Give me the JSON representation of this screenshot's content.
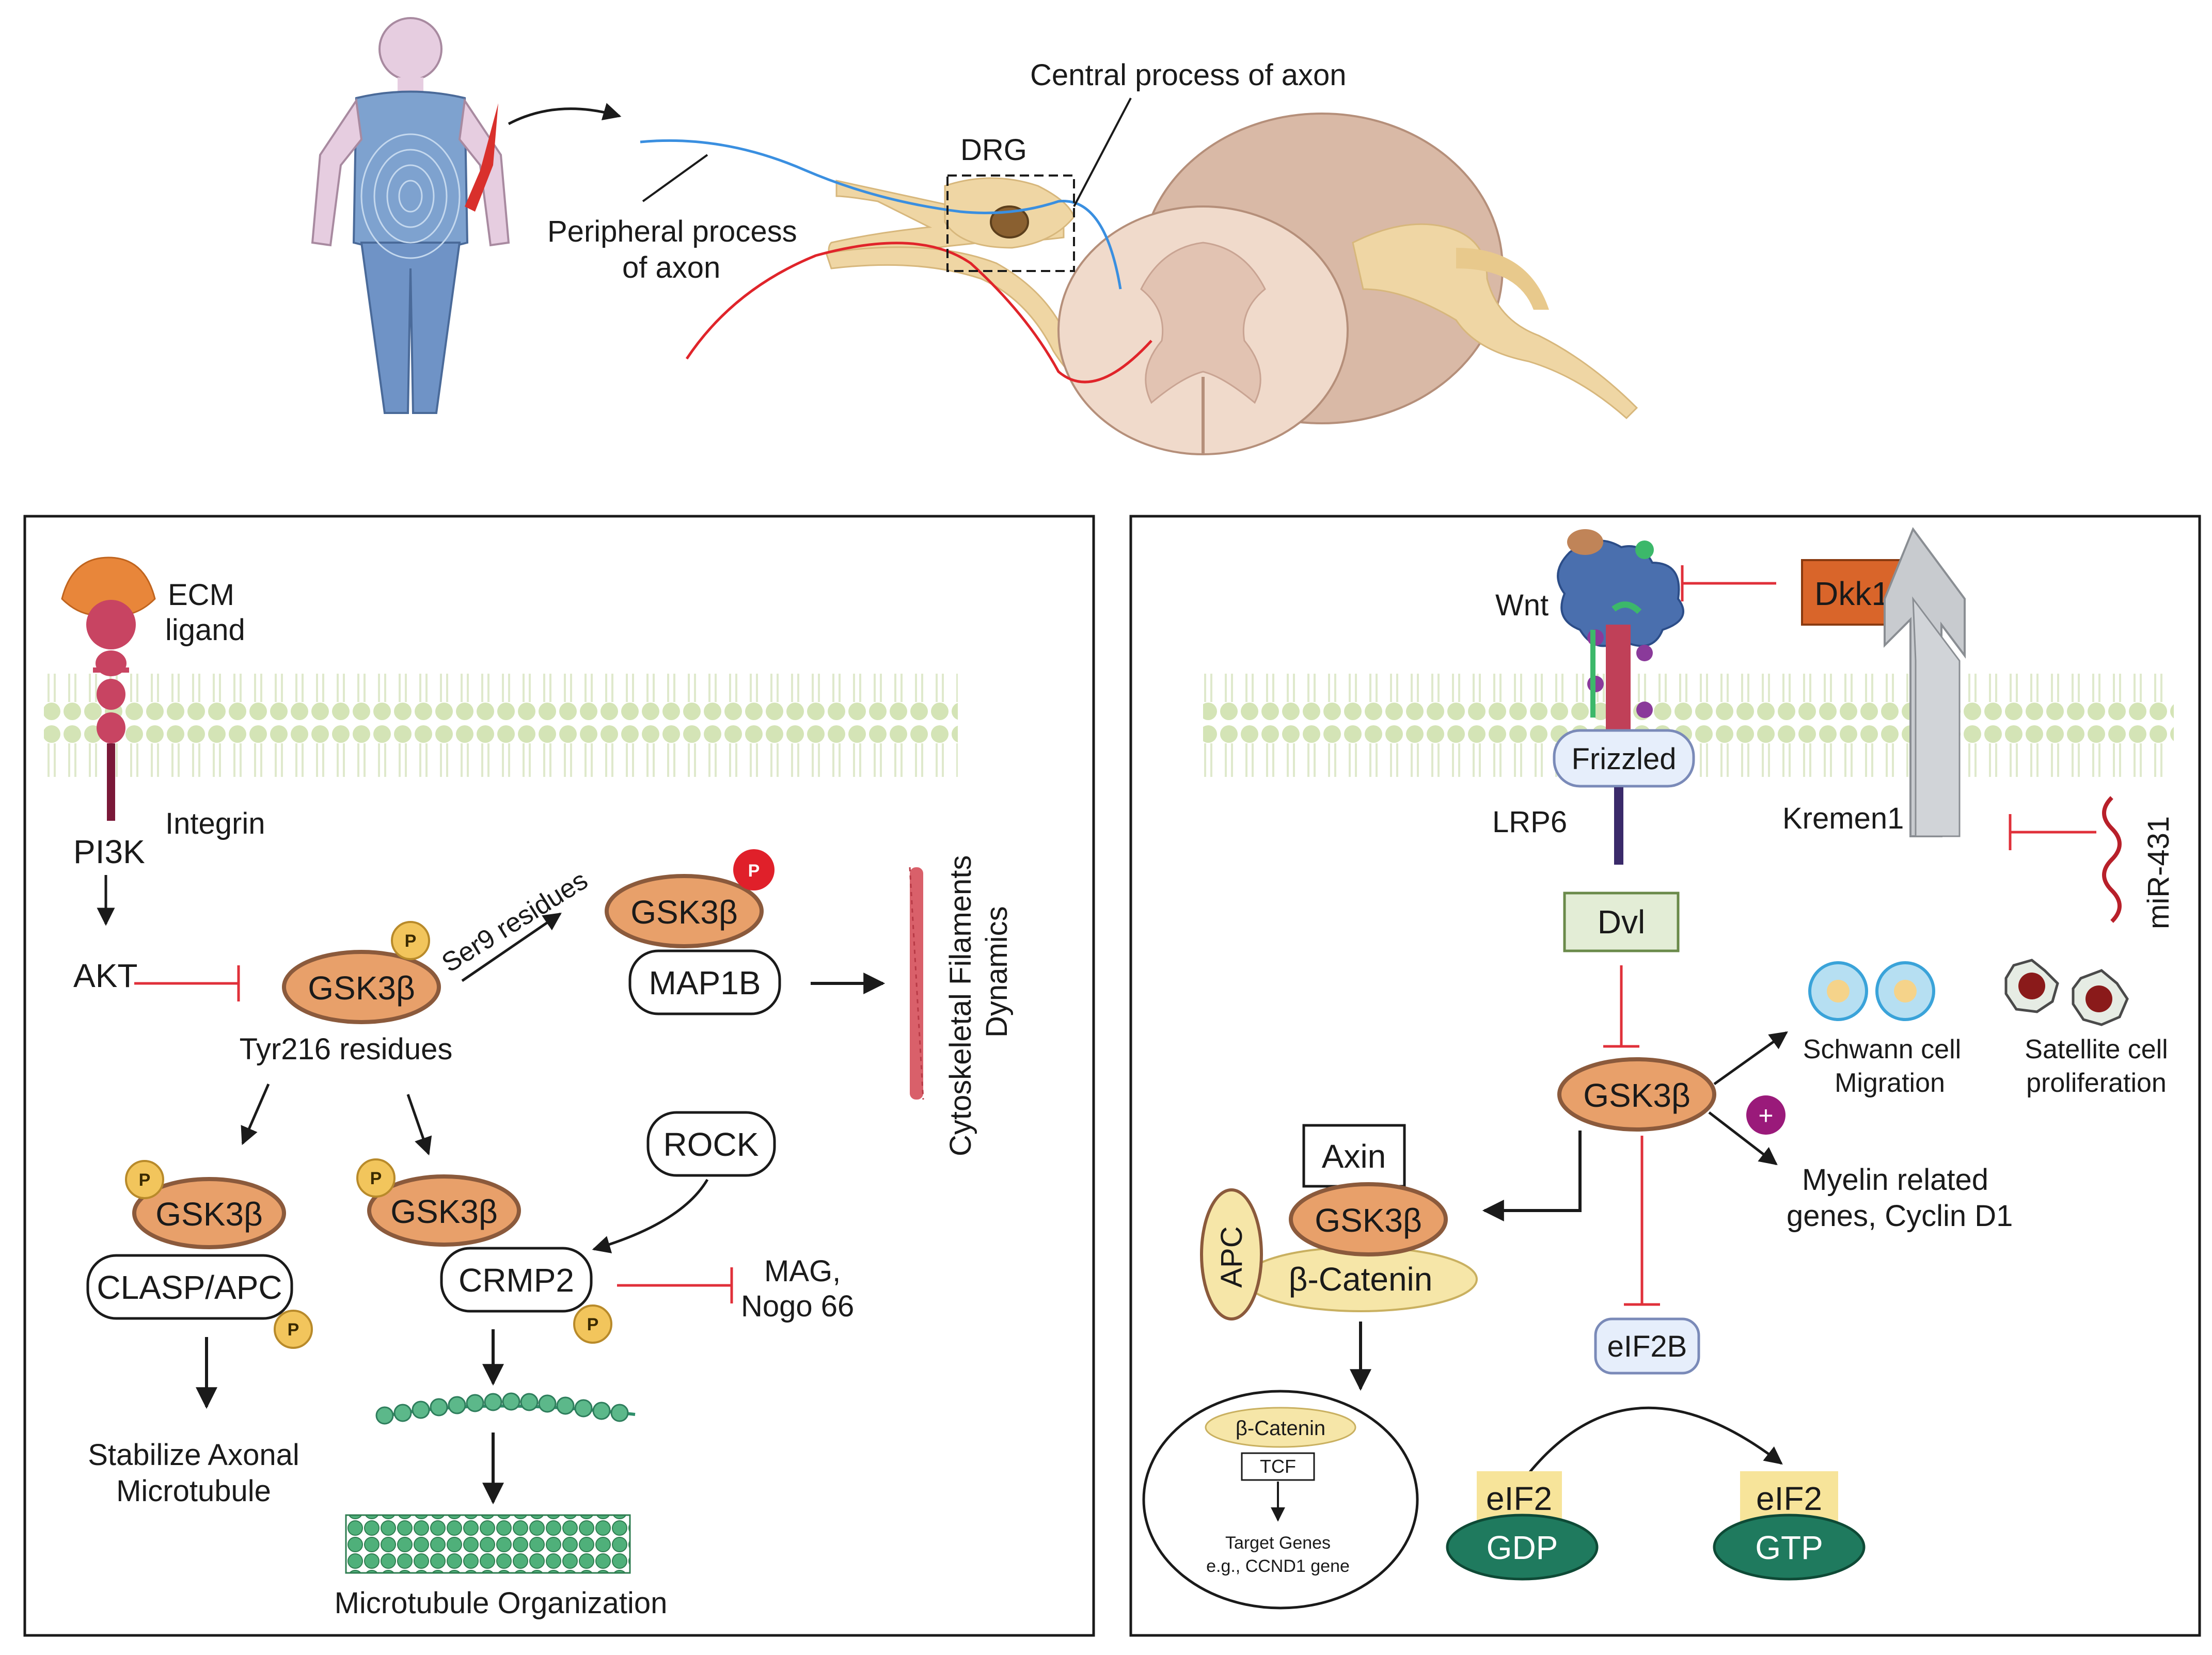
{
  "top": {
    "central_process": "Central process of axon",
    "drg": "DRG",
    "peripheral_process_line1": "Peripheral process",
    "peripheral_process_line2": "of axon"
  },
  "left_panel": {
    "ecm_line1": "ECM",
    "ecm_line2": "ligand",
    "integrin": "Integrin",
    "pi3k": "PI3K",
    "akt": "AKT",
    "gsk_center": "GSK3β",
    "tyr216": "Tyr216 residues",
    "ser9": "Ser9 residues",
    "gsk_top": "GSK3β",
    "map1b": "MAP1B",
    "cytoskeletal_line1": "Cytoskeletal Filaments",
    "cytoskeletal_line2": "Dynamics",
    "gsk_left": "GSK3β",
    "clasp_apc": "CLASP/APC",
    "stabilize_line1": "Stabilize Axonal",
    "stabilize_line2": "Microtubule",
    "gsk_mid": "GSK3β",
    "rock": "ROCK",
    "crmp2": "CRMP2",
    "mag_line1": "MAG,",
    "mag_line2": "Nogo 66",
    "microtubule_org": "Microtubule Organization",
    "p_label": "P"
  },
  "right_panel": {
    "wnt": "Wnt",
    "dkk1": "Dkk1",
    "frizzled": "Frizzled",
    "lrp6": "LRP6",
    "kremen1": "Kremen1",
    "mir431": "miR-431",
    "dvl": "Dvl",
    "gsk_center": "GSK3β",
    "schwann_line1": "Schwann cell",
    "schwann_line2": "Migration",
    "satellite_line1": "Satellite cell",
    "satellite_line2": "proliferation",
    "plus": "+",
    "myelin_line1": "Myelin related",
    "myelin_line2": "genes, Cyclin D1",
    "axin": "Axin",
    "gsk_complex": "GSK3β",
    "apc": "APC",
    "beta_catenin": "β-Catenin",
    "eif2b": "eIF2B",
    "nucleus_beta_catenin": "β-Catenin",
    "tcf": "TCF",
    "target_genes_line1": "Target Genes",
    "target_genes_line2": "e.g., CCND1 gene",
    "eif2_left": "eIF2",
    "gdp": "GDP",
    "eif2_right": "eIF2",
    "gtp": "GTP"
  },
  "colors": {
    "gsk_fill": "#e8a06a",
    "gsk_stroke": "#8b5a3c",
    "inhibit": "#e0303a",
    "membrane": "#cfe0b0",
    "p_fill": "#f2c55c",
    "p_red": "#e0202a",
    "dkk1": "#d9652a",
    "dvl": "#e3edd6",
    "eif2_oval": "#1f7a5e",
    "eif2_box": "#f7e49a",
    "beta_catenin": "#f6e6a8"
  }
}
